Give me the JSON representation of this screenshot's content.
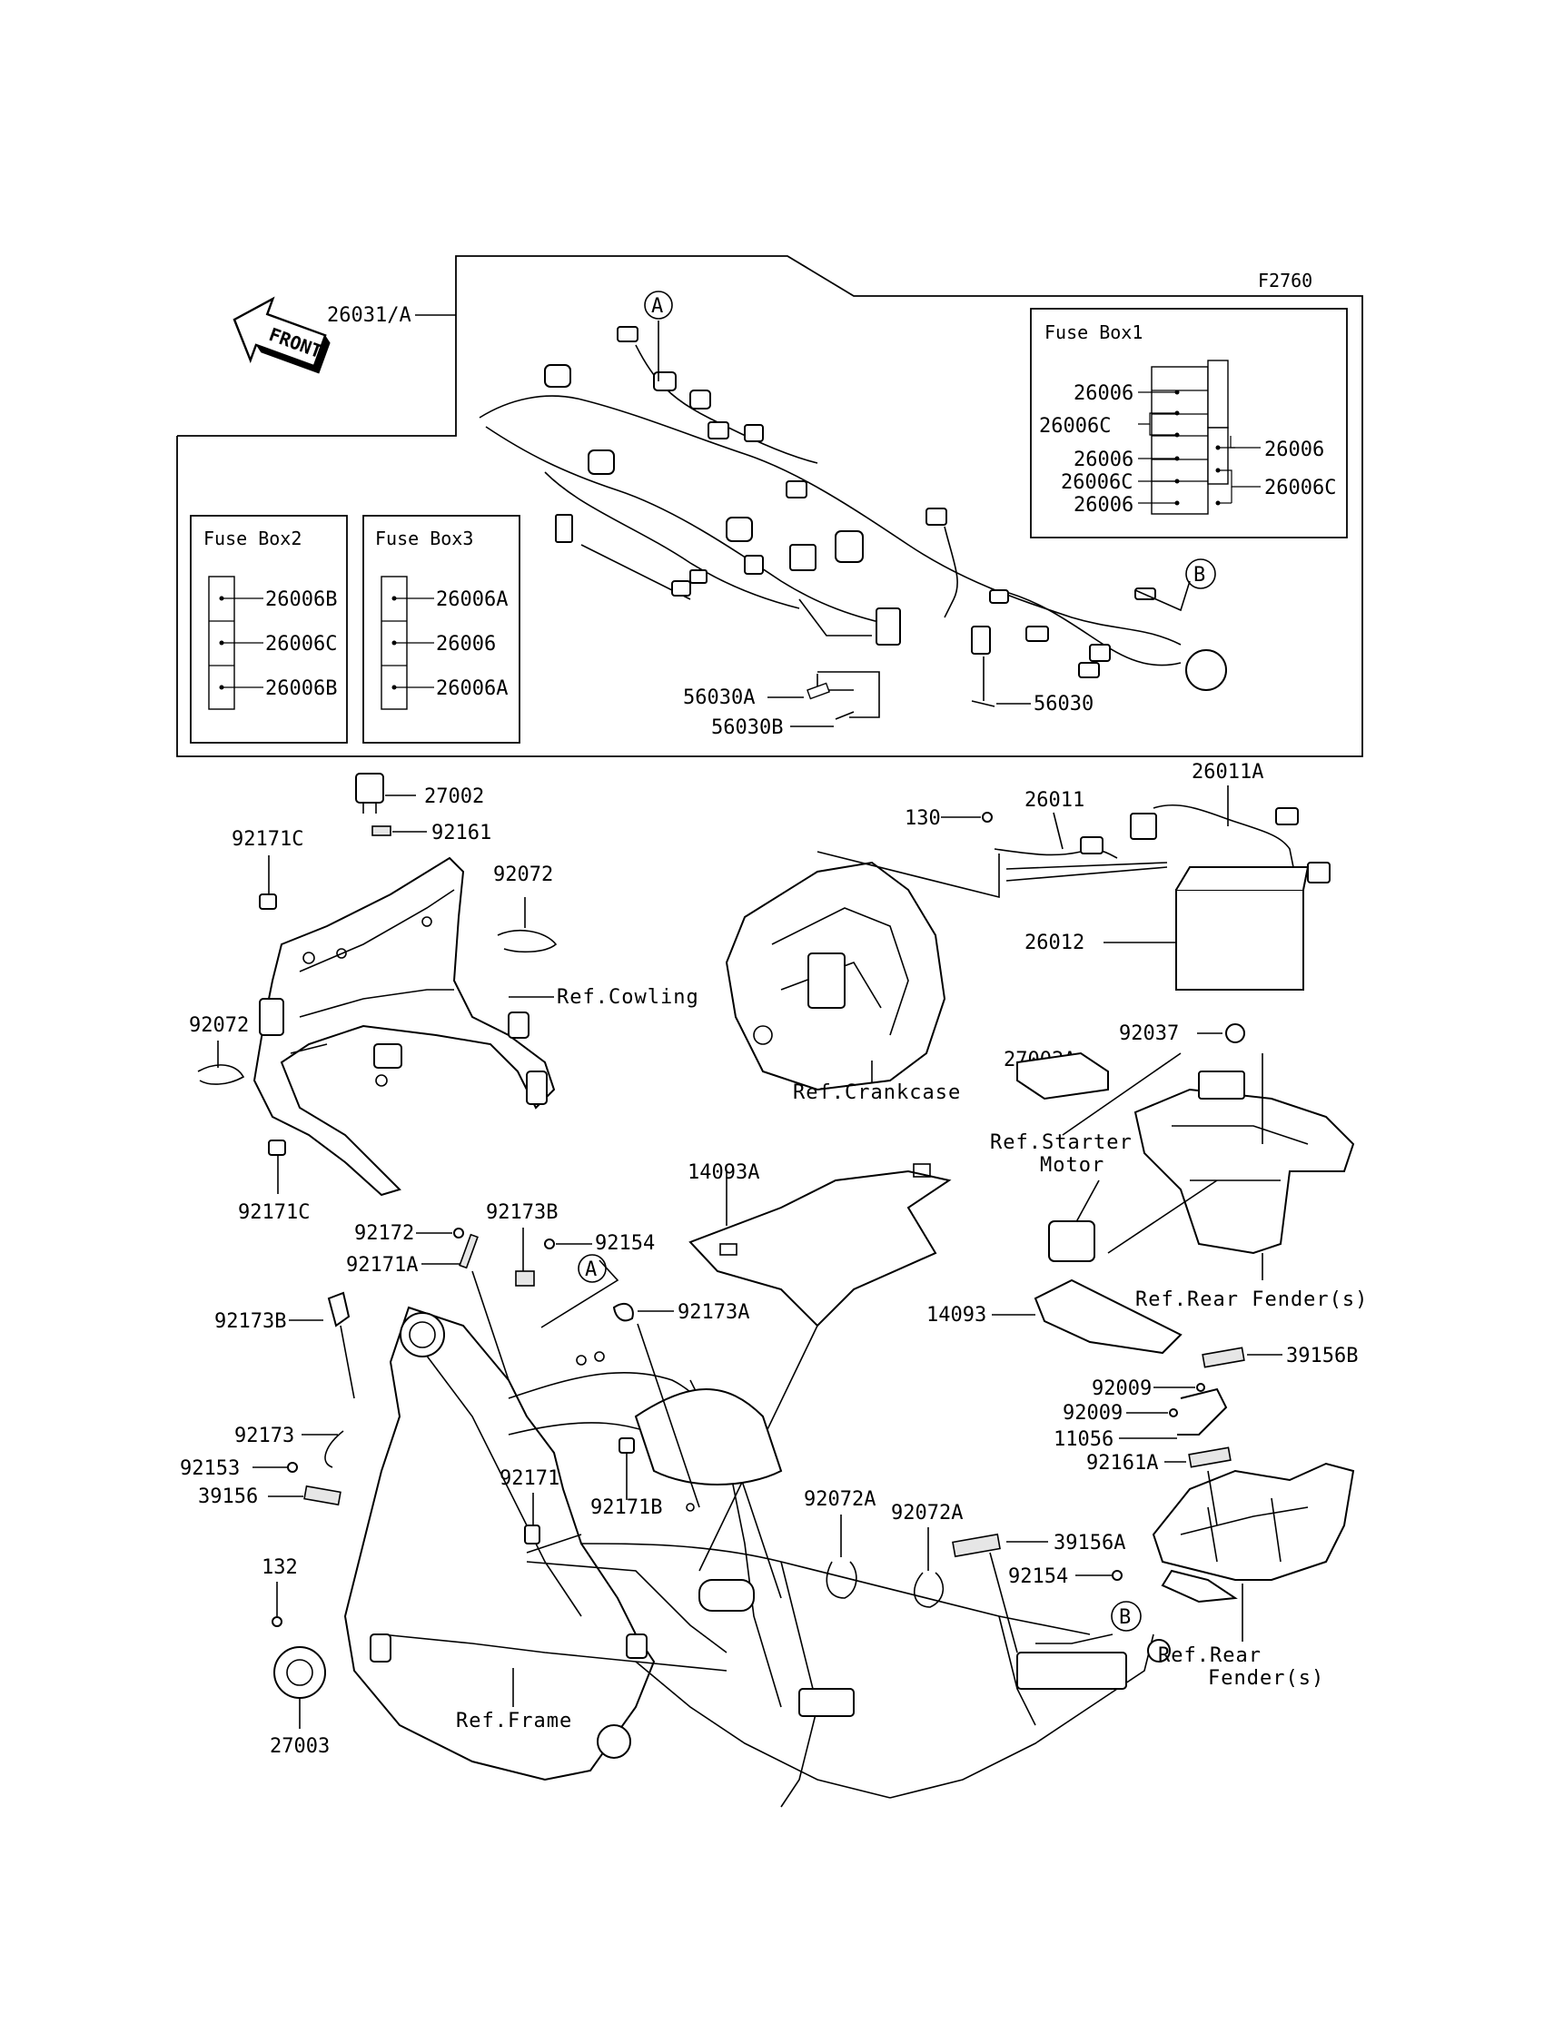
{
  "diagram_code": "F2760",
  "front_label": "FRONT",
  "fuse_box1": {
    "title": "Fuse Box1",
    "left_labels": [
      "26006",
      "26006C",
      "26006",
      "26006C",
      "26006"
    ],
    "right_labels": [
      "26006",
      "26006C"
    ]
  },
  "fuse_box2": {
    "title": "Fuse Box2",
    "labels": [
      "26006B",
      "26006C",
      "26006B"
    ]
  },
  "fuse_box3": {
    "title": "Fuse Box3",
    "labels": [
      "26006A",
      "26006",
      "26006A"
    ]
  },
  "callouts": {
    "A": "A",
    "B": "B"
  },
  "parts": {
    "p26031A": "26031/A",
    "p56030A": "56030A",
    "p56030B": "56030B",
    "p56030": "56030",
    "p27002": "27002",
    "p92161": "92161",
    "p92171C_top": "92171C",
    "p92072_a": "92072",
    "p92072_b": "92072",
    "p92171C_bot": "92171C",
    "p130": "130",
    "p26011": "26011",
    "p26011A": "26011A",
    "p26012": "26012",
    "p27002A": "27002A",
    "p92037": "92037",
    "p14093A": "14093A",
    "p92172": "92172",
    "p92173B_top": "92173B",
    "p92154_top": "92154",
    "p92171A": "92171A",
    "p92173A": "92173A",
    "p92173B_left": "92173B",
    "p14093": "14093",
    "p39156B": "39156B",
    "p92009_a": "92009",
    "p92009_b": "92009",
    "p11056": "11056",
    "p92161A": "92161A",
    "p92173": "92173",
    "p92153": "92153",
    "p39156": "39156",
    "p92171": "92171",
    "p92171B": "92171B",
    "p92072A_a": "92072A",
    "p92072A_b": "92072A",
    "p39156A": "39156A",
    "p92154_bot": "92154",
    "p132": "132",
    "p27003": "27003"
  },
  "refs": {
    "cowling": "Ref.Cowling",
    "crankcase": "Ref.Crankcase",
    "starter_line1": "Ref.Starter",
    "starter_line2": "Motor",
    "rear_fender_1": "Ref.Rear Fender(s)",
    "rear_fender_2a": "Ref.Rear",
    "rear_fender_2b": "Fender(s)",
    "frame": "Ref.Frame"
  }
}
